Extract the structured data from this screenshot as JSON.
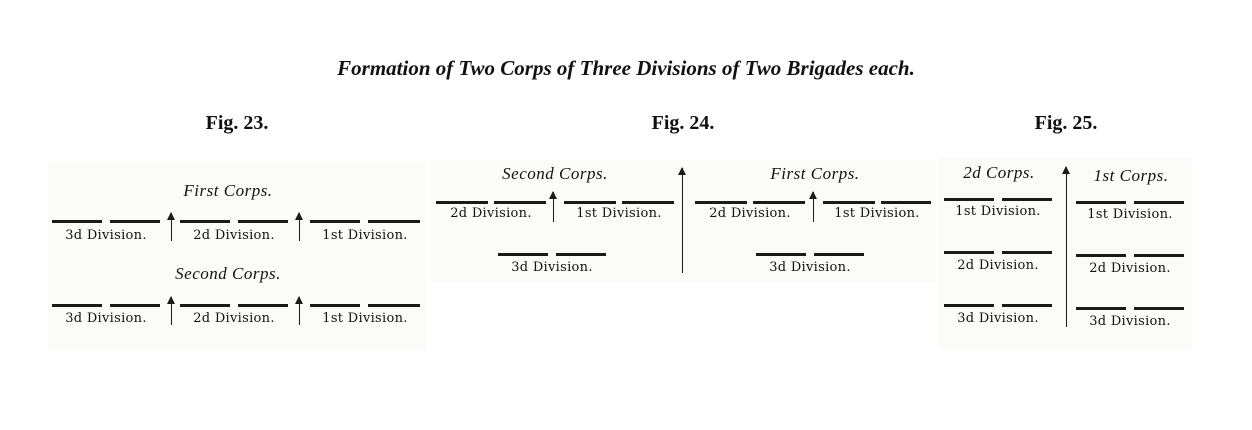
{
  "title": "Formation of Two Corps of Three Divisions of Two Brigades each.",
  "fig23": {
    "label": "Fig. 23.",
    "first_corps": "First Corps.",
    "second_corps": "Second Corps.",
    "divisions": [
      "3d Division.",
      "2d Division.",
      "1st Division."
    ]
  },
  "fig24": {
    "label": "Fig. 24.",
    "second_corps": "Second Corps.",
    "first_corps": "First Corps.",
    "div_2d": "2d Division.",
    "div_1st": "1st Division.",
    "div_3d": "3d Division."
  },
  "fig25": {
    "label": "Fig. 25.",
    "corps_2d": "2d Corps.",
    "corps_1st": "1st Corps.",
    "div_1st": "1st Division.",
    "div_2d": "2d Division.",
    "div_3d": "3d Division."
  }
}
